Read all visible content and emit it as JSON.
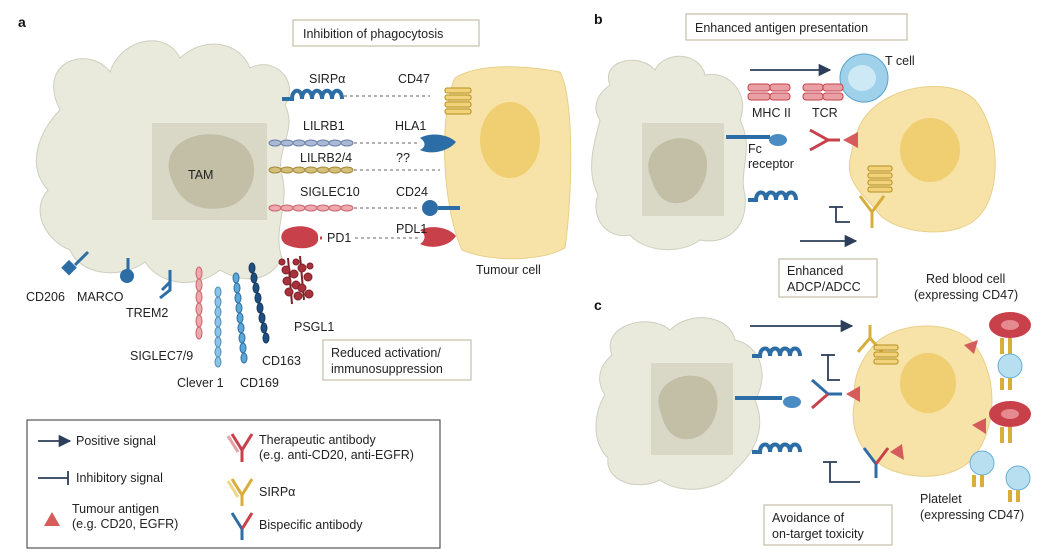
{
  "panels": {
    "a": {
      "letter": "a",
      "title": "Inhibition of phagocytosis",
      "tam": "TAM",
      "tumour": "Tumour cell",
      "pairs": [
        {
          "receptor": "SIRPα",
          "ligand": "CD47"
        },
        {
          "receptor": "LILRB1",
          "ligand": "HLA1"
        },
        {
          "receptor": "LILRB2/4",
          "ligand": "??"
        },
        {
          "receptor": "SIGLEC10",
          "ligand": "CD24"
        },
        {
          "receptor": "PD1",
          "ligand": "PDL1"
        }
      ],
      "markers": [
        "CD206",
        "MARCO",
        "TREM2",
        "SIGLEC7/9",
        "Clever 1",
        "CD169",
        "CD163",
        "PSGL1"
      ],
      "reduced": [
        "Reduced activation/",
        "immunosuppression"
      ]
    },
    "b": {
      "letter": "b",
      "title": "Enhanced antigen presentation",
      "tcell": "T cell",
      "mhc": "MHC II",
      "tcr": "TCR",
      "fc": [
        "Fc",
        "receptor"
      ],
      "adcp": [
        "Enhanced",
        "ADCP/ADCC"
      ]
    },
    "c": {
      "letter": "c",
      "rbc": [
        "Red blood cell",
        "(expressing CD47)"
      ],
      "platelet": [
        "Platelet",
        "(expressing CD47)"
      ],
      "avoid": [
        "Avoidance of",
        "on-target toxicity"
      ]
    }
  },
  "legend": {
    "positive": "Positive signal",
    "inhibitory": "Inhibitory signal",
    "antigen": [
      "Tumour antigen",
      "(e.g. CD20, EGFR)"
    ],
    "therapeutic": [
      "Therapeutic antibody",
      "(e.g. anti-CD20, anti-EGFR)"
    ],
    "sirpa": "SIRPα",
    "bispecific": "Bispecific antibody"
  },
  "colors": {
    "macrophage": "#e9e9dc",
    "nucleus": "#c9c6ae",
    "tumour": "#f7e2a8",
    "tumour_nucleus": "#efcf72",
    "blue": "#2d6da6",
    "red": "#c8414a",
    "pink": "#e8a0a5",
    "gold": "#d7ae3a",
    "tcell": "#9fd1ea"
  }
}
